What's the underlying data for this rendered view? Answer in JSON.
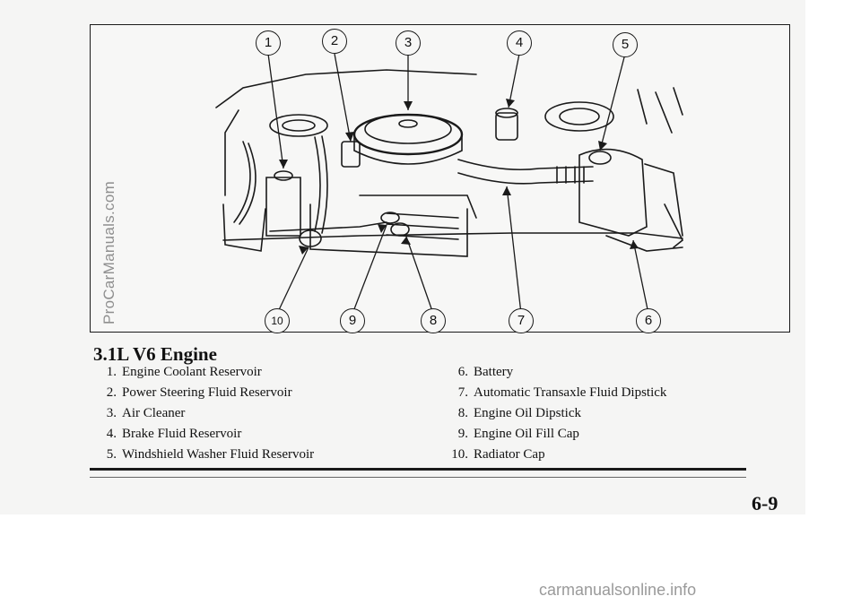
{
  "figure": {
    "callouts": [
      "1",
      "2",
      "3",
      "4",
      "5",
      "10",
      "9",
      "8",
      "7",
      "6"
    ]
  },
  "section_title": "3.1L V6 Engine",
  "legend_left": [
    {
      "num": "1.",
      "label": "Engine Coolant Reservoir"
    },
    {
      "num": "2.",
      "label": "Power Steering Fluid Reservoir"
    },
    {
      "num": "3.",
      "label": "Air Cleaner"
    },
    {
      "num": "4.",
      "label": "Brake Fluid Reservoir"
    },
    {
      "num": "5.",
      "label": "Windshield Washer Fluid Reservoir"
    }
  ],
  "legend_right": [
    {
      "num": "6.",
      "label": "Battery"
    },
    {
      "num": "7.",
      "label": "Automatic Transaxle Fluid Dipstick"
    },
    {
      "num": "8.",
      "label": "Engine Oil Dipstick"
    },
    {
      "num": "9.",
      "label": "Engine Oil Fill Cap"
    },
    {
      "num": "10.",
      "label": "Radiator Cap"
    }
  ],
  "page_number": "6-9",
  "watermark_side": "ProCarManuals.com",
  "watermark_footer": "carmanualsonline.info",
  "colors": {
    "ink": "#1a1a1a",
    "paper": "#f5f5f4",
    "watermark": "#8f8f8f"
  }
}
